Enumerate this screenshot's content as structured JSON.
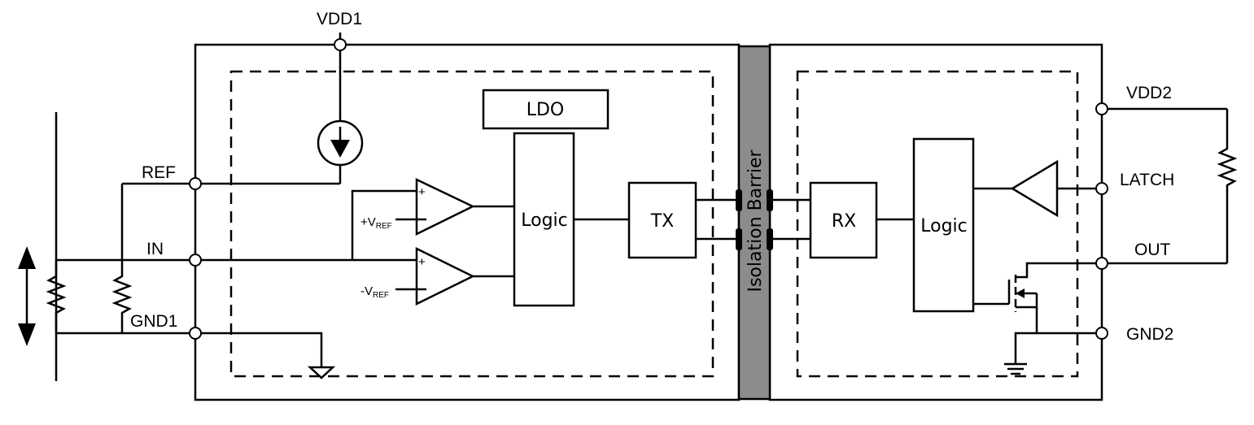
{
  "pins": {
    "vdd1": "VDD1",
    "ref": "REF",
    "in": "IN",
    "gnd1": "GND1",
    "vdd2": "VDD2",
    "latch": "LATCH",
    "out": "OUT",
    "gnd2": "GND2"
  },
  "blocks": {
    "ldo": "LDO",
    "logic_left": "Logic",
    "tx": "TX",
    "rx": "RX",
    "logic_right": "Logic",
    "isolation_barrier": "Isolation Barrier"
  },
  "references": {
    "pos_prefix": "+V",
    "neg_prefix": "-V",
    "subscript": "REF"
  },
  "colors": {
    "barrier_fill": "#8c8c8c",
    "line": "#000000"
  }
}
